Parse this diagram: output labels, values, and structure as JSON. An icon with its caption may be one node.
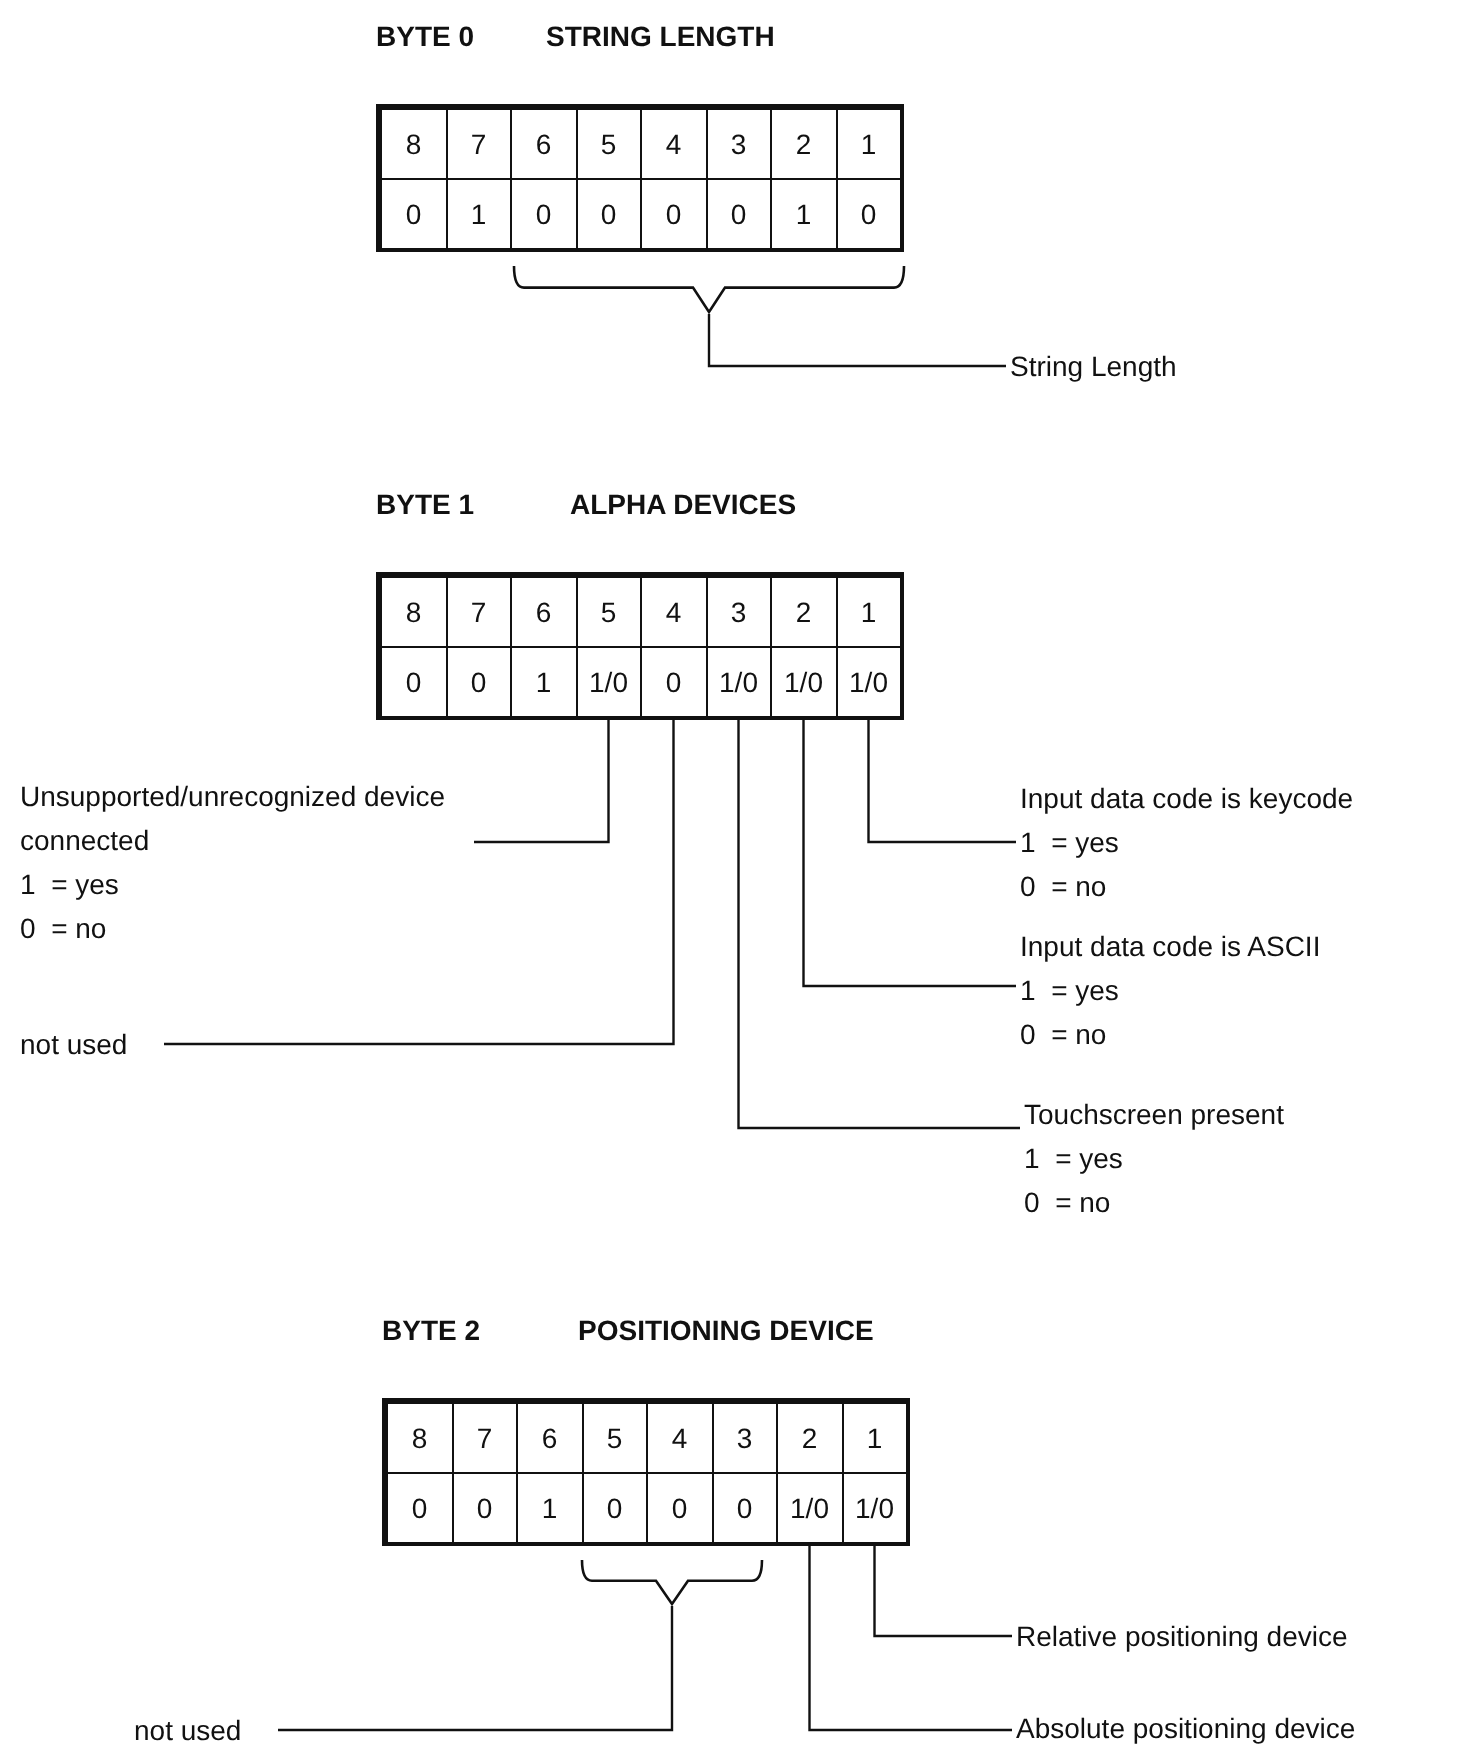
{
  "diagram": {
    "nodes": [
      {
        "text": [
          "BYTE 0",
          "STRING LENGTH"
        ]
      },
      {
        "text": [
          "8"
        ],
        "in": 0
      },
      {
        "text": [
          "7"
        ],
        "in": 0
      },
      {
        "text": [
          "6"
        ],
        "in": 0
      },
      {
        "text": [
          "5"
        ],
        "in": 0
      },
      {
        "text": [
          "4"
        ],
        "in": 0
      },
      {
        "text": [
          "3"
        ],
        "in": 0
      },
      {
        "text": [
          "2"
        ],
        "in": 0
      },
      {
        "text": [
          "1"
        ],
        "in": 0
      },
      {
        "text": [
          "0"
        ],
        "in": 0
      },
      {
        "text": [
          "1"
        ],
        "in": 0
      },
      {
        "text": [
          "0"
        ],
        "in": 0
      },
      {
        "text": [
          "0"
        ],
        "in": 0
      },
      {
        "text": [
          "0"
        ],
        "in": 0
      },
      {
        "text": [
          "0"
        ],
        "in": 0
      },
      {
        "text": [
          "1"
        ],
        "in": 0
      },
      {
        "text": [
          "0"
        ],
        "in": 0
      },
      {
        "text": [],
        "shape": "bracket"
      },
      {
        "text": [
          "String Length"
        ]
      },
      {
        "text": [
          "BYTE 1",
          "ALPHA DEVICES"
        ]
      },
      {
        "text": [
          "8"
        ],
        "in": 19
      },
      {
        "text": [
          "7"
        ],
        "in": 19
      },
      {
        "text": [
          "6"
        ],
        "in": 19
      },
      {
        "text": [
          "5"
        ],
        "in": 19
      },
      {
        "text": [
          "4"
        ],
        "in": 19
      },
      {
        "text": [
          "3"
        ],
        "in": 19
      },
      {
        "text": [
          "2"
        ],
        "in": 19
      },
      {
        "text": [
          "1"
        ],
        "in": 19
      },
      {
        "text": [
          "0"
        ],
        "in": 19
      },
      {
        "text": [
          "0"
        ],
        "in": 19
      },
      {
        "text": [
          "1"
        ],
        "in": 19
      },
      {
        "text": [
          "1/0"
        ],
        "in": 19
      },
      {
        "text": [
          "0"
        ],
        "in": 19
      },
      {
        "text": [
          "1/0"
        ],
        "in": 19
      },
      {
        "text": [
          "1/0"
        ],
        "in": 19
      },
      {
        "text": [
          "1/0"
        ],
        "in": 19
      },
      {
        "text": [
          "Unsupported/unrecognized device connected",
          "1  = yes",
          "0  = no"
        ]
      },
      {
        "text": [
          "not used"
        ]
      },
      {
        "text": [
          "Input data code is keycode",
          "1  = yes",
          "0  = no"
        ]
      },
      {
        "text": [
          "Input data code is ASCII",
          "1  = yes",
          "0  = no"
        ]
      },
      {
        "text": [
          "Touchscreen present",
          "1  = yes",
          "0  = no"
        ]
      },
      {
        "text": [
          "BYTE 2",
          "POSITIONING DEVICE"
        ]
      },
      {
        "text": [
          "8"
        ],
        "in": 41
      },
      {
        "text": [
          "7"
        ],
        "in": 41
      },
      {
        "text": [
          "6"
        ],
        "in": 41
      },
      {
        "text": [
          "5"
        ],
        "in": 41
      },
      {
        "text": [
          "4"
        ],
        "in": 41
      },
      {
        "text": [
          "3"
        ],
        "in": 41
      },
      {
        "text": [
          "2"
        ],
        "in": 41
      },
      {
        "text": [
          "1"
        ],
        "in": 41
      },
      {
        "text": [
          "0"
        ],
        "in": 41
      },
      {
        "text": [
          "0"
        ],
        "in": 41
      },
      {
        "text": [
          "1"
        ],
        "in": 41
      },
      {
        "text": [
          "0"
        ],
        "in": 41
      },
      {
        "text": [
          "0"
        ],
        "in": 41
      },
      {
        "text": [
          "0"
        ],
        "in": 41
      },
      {
        "text": [
          "1/0"
        ],
        "in": 41
      },
      {
        "text": [
          "1/0"
        ],
        "in": 41
      },
      {
        "text": [],
        "shape": "bracket"
      },
      {
        "text": [
          "not used"
        ]
      },
      {
        "text": [
          "Relative positioning device"
        ]
      },
      {
        "text": [
          "Absolute positioning device"
        ]
      }
    ],
    "edges": [
      {
        "from": 18,
        "to": 17,
        "arrow": "none"
      },
      {
        "from": 36,
        "to": 31,
        "arrow": "none"
      },
      {
        "from": 37,
        "to": 32,
        "arrow": "none"
      },
      {
        "from": 38,
        "to": 35,
        "arrow": "none"
      },
      {
        "from": 39,
        "to": 34,
        "arrow": "none"
      },
      {
        "from": 40,
        "to": 33,
        "arrow": "none"
      },
      {
        "from": 59,
        "to": 58,
        "arrow": "none"
      },
      {
        "from": 60,
        "to": 57,
        "arrow": "none"
      },
      {
        "from": 61,
        "to": 56,
        "arrow": "none"
      }
    ]
  }
}
